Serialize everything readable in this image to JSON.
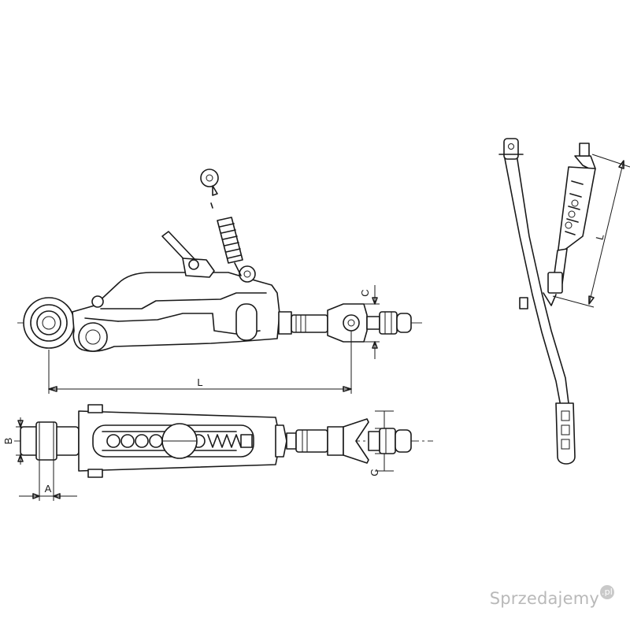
{
  "dimensions": {
    "length": "L",
    "length_right": "L",
    "bore_width": "A",
    "eye_height": "B",
    "thread_top": "C",
    "thread_bottom": "C"
  },
  "watermark": {
    "text": "Sprzedajemy",
    "suffix": ".pl"
  }
}
